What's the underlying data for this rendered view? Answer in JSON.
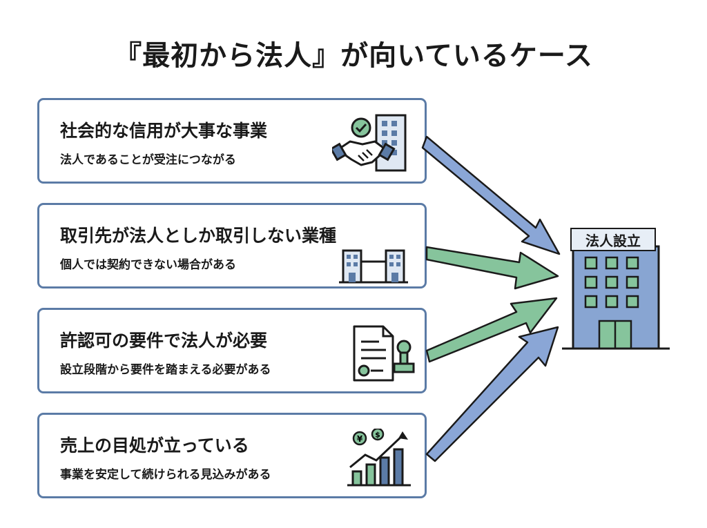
{
  "title": "『最初から法人』が向いているケース",
  "cases": [
    {
      "heading": "社会的な信用が大事な事業",
      "sub": "法人であることが受注につながる",
      "icon": "handshake-building-icon"
    },
    {
      "heading": "取引先が法人としか取引しない業種",
      "sub": "個人では契約できない場合がある",
      "icon": "connected-buildings-icon"
    },
    {
      "heading": "許認可の要件で法人が必要",
      "sub": "設立段階から要件を踏まえる必要がある",
      "icon": "document-stamp-icon"
    },
    {
      "heading": "売上の目処が立っている",
      "sub": "事業を安定して続けられる見込みがある",
      "icon": "growth-chart-icon"
    }
  ],
  "target": {
    "label": "法人設立",
    "icon": "office-building-icon"
  },
  "colors": {
    "border": "#5b7ba6",
    "blue_arrow": "#8aa6d6",
    "green_arrow": "#86c49c",
    "building": "#88a5d2"
  }
}
